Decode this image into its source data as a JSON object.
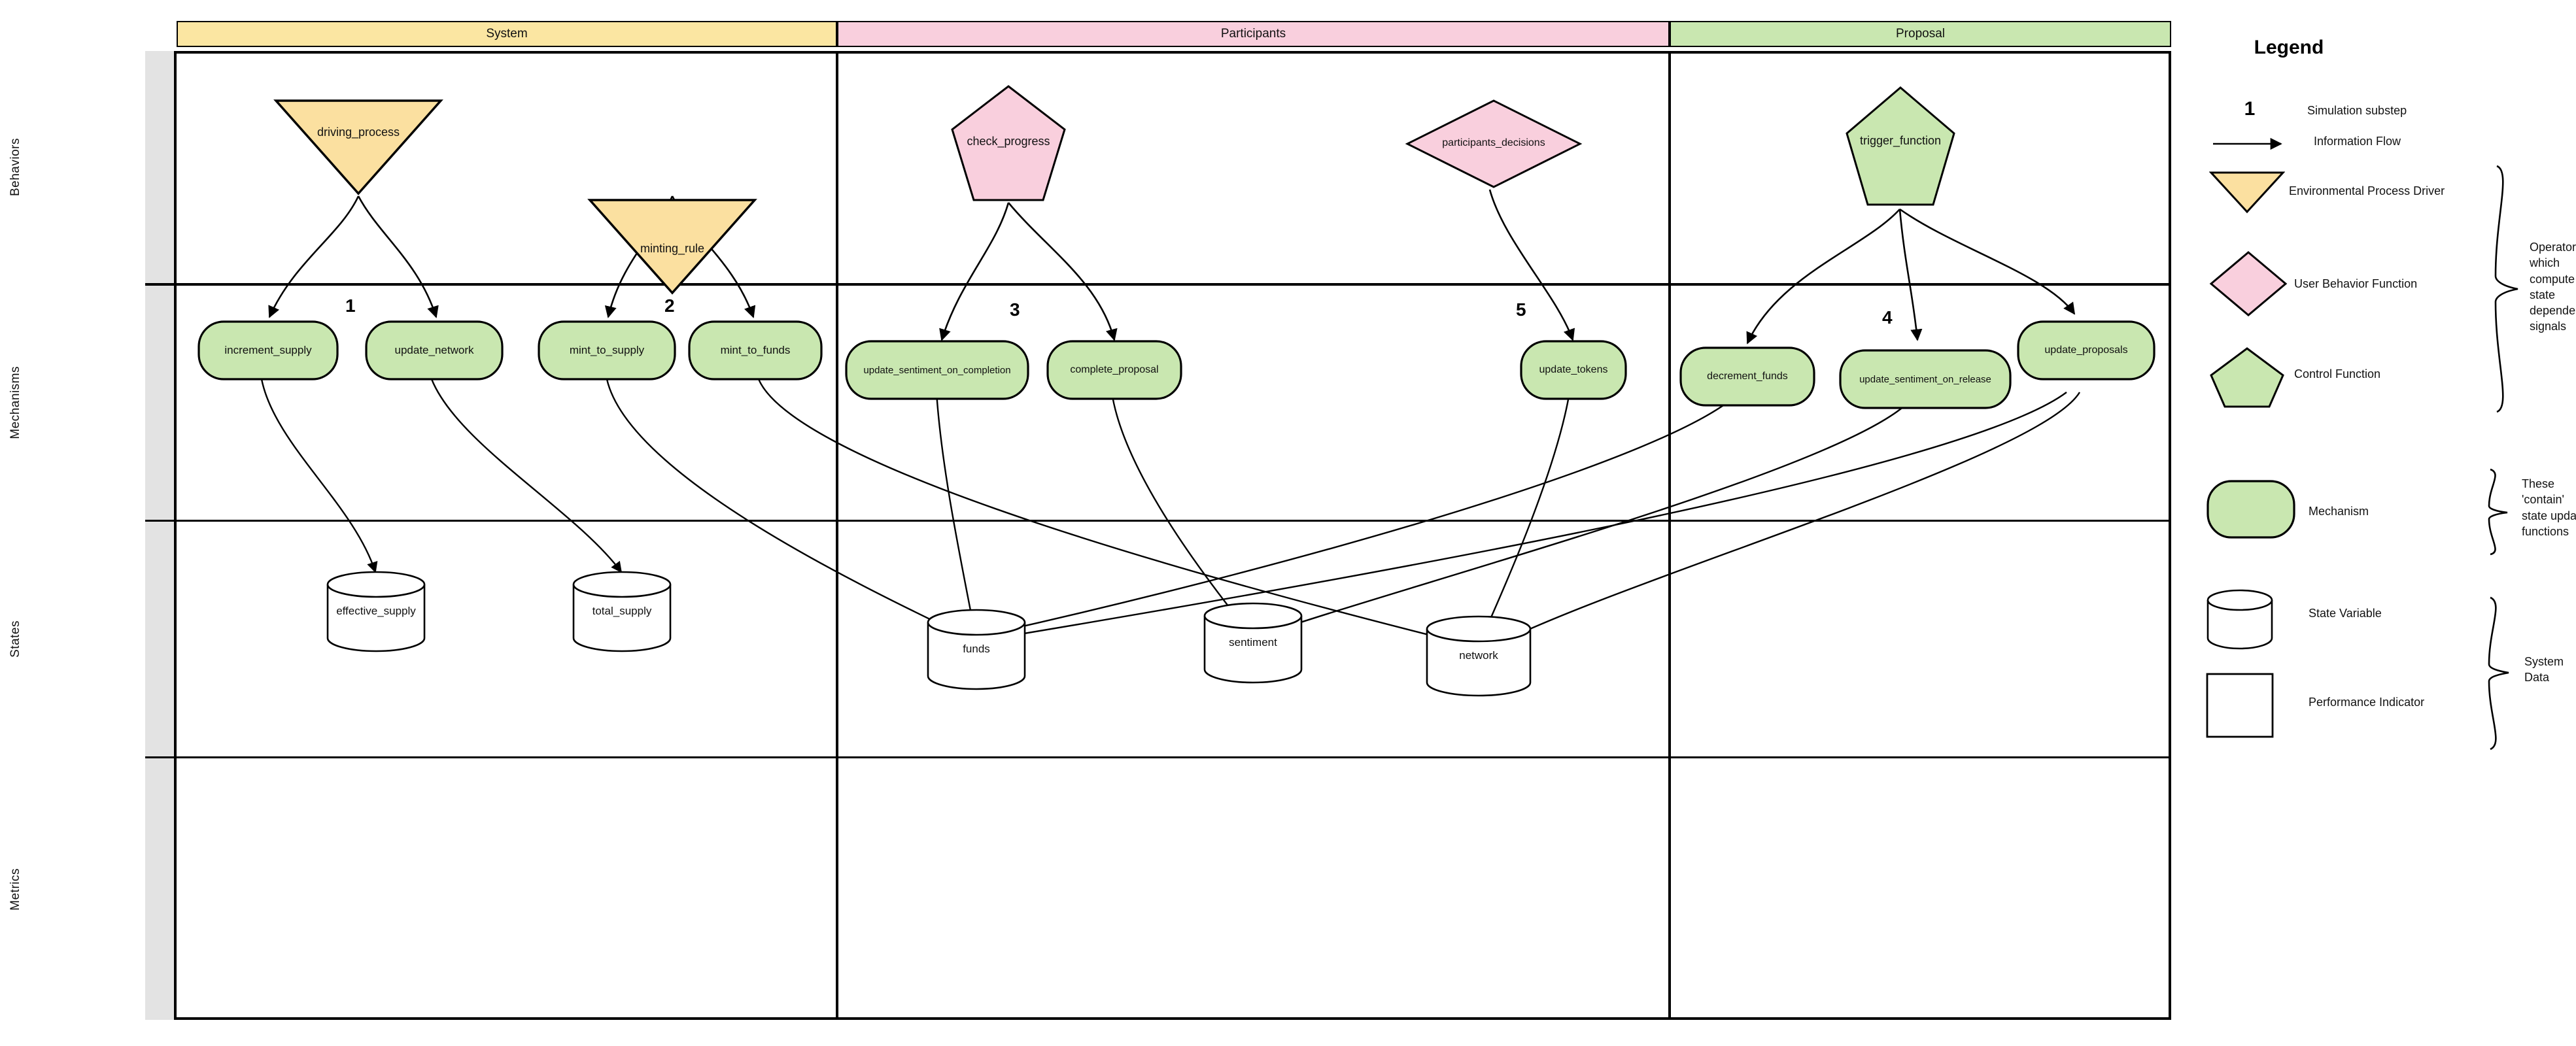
{
  "columns": [
    {
      "id": "system",
      "label": "System",
      "color": "#fbe6a2"
    },
    {
      "id": "participants",
      "label": "Participants",
      "color": "#f9cfdd"
    },
    {
      "id": "proposal",
      "label": "Proposal",
      "color": "#c9e7b0"
    }
  ],
  "rows": [
    {
      "id": "behaviors",
      "label": "Behaviors"
    },
    {
      "id": "mechanisms",
      "label": "Mechanisms"
    },
    {
      "id": "states",
      "label": "States"
    },
    {
      "id": "metrics",
      "label": "Metrics"
    }
  ],
  "behaviors": [
    {
      "name": "driving_process",
      "shape": "triangle",
      "color": "#fbe0a0",
      "column": "system"
    },
    {
      "name": "minting_rule",
      "shape": "triangle",
      "color": "#fbe0a0",
      "column": "system"
    },
    {
      "name": "check_progress",
      "shape": "pentagon",
      "color": "#f9cfdd",
      "column": "participants"
    },
    {
      "name": "participants_decisions",
      "shape": "diamond",
      "color": "#f9cfdd",
      "column": "participants"
    },
    {
      "name": "trigger_function",
      "shape": "pentagon",
      "color": "#c9e7b0",
      "column": "proposal"
    }
  ],
  "mechanisms": [
    {
      "name": "increment_supply",
      "column": "system",
      "substep": 1
    },
    {
      "name": "update_network",
      "column": "system",
      "substep": 1
    },
    {
      "name": "mint_to_supply",
      "column": "system",
      "substep": 2
    },
    {
      "name": "mint_to_funds",
      "column": "system",
      "substep": 2
    },
    {
      "name": "update_sentiment_on_completion",
      "column": "participants",
      "substep": 3
    },
    {
      "name": "complete_proposal",
      "column": "participants",
      "substep": 3
    },
    {
      "name": "update_tokens",
      "column": "participants",
      "substep": 5
    },
    {
      "name": "decrement_funds",
      "column": "proposal",
      "substep": 4
    },
    {
      "name": "update_sentiment_on_release",
      "column": "proposal",
      "substep": 4
    },
    {
      "name": "update_proposals",
      "column": "proposal",
      "substep": 4
    }
  ],
  "states": [
    {
      "name": "effective_supply",
      "column": "system"
    },
    {
      "name": "total_supply",
      "column": "system"
    },
    {
      "name": "funds",
      "column": "participants"
    },
    {
      "name": "sentiment",
      "column": "participants"
    },
    {
      "name": "network",
      "column": "participants"
    }
  ],
  "metrics": [],
  "substeps": [
    {
      "number": "1",
      "column": "system"
    },
    {
      "number": "2",
      "column": "system"
    },
    {
      "number": "3",
      "column": "participants"
    },
    {
      "number": "5",
      "column": "participants"
    },
    {
      "number": "4",
      "column": "proposal"
    }
  ],
  "legend": {
    "title": "Legend",
    "items": [
      {
        "symbol": "number-1",
        "label": "Simulation substep",
        "value": "1"
      },
      {
        "symbol": "arrow",
        "label": "Information Flow"
      },
      {
        "symbol": "triangle-yellow",
        "label": "Environmental Process Driver"
      },
      {
        "symbol": "diamond-pink",
        "label": "User Behavior Function"
      },
      {
        "symbol": "pentagon-green",
        "label": "Control Function"
      },
      {
        "symbol": "rounded-green",
        "label": "Mechanism"
      },
      {
        "symbol": "cylinder",
        "label": "State Variable"
      },
      {
        "symbol": "rectangle",
        "label": "Performance Indicator"
      }
    ],
    "brace_notes": [
      {
        "text": "Operators which compute state dependent signals"
      },
      {
        "text": "These 'contain' state update functions"
      },
      {
        "text": "System Data"
      }
    ]
  },
  "colors": {
    "system": "#fbe6a2",
    "participants": "#f9cfdd",
    "proposal": "#c9e7b0",
    "mechanism": "#c9e7b0",
    "behavior_yellow": "#fbe0a0",
    "stroke": "#000000",
    "rowlabel_bg": "#e3e3e3"
  }
}
